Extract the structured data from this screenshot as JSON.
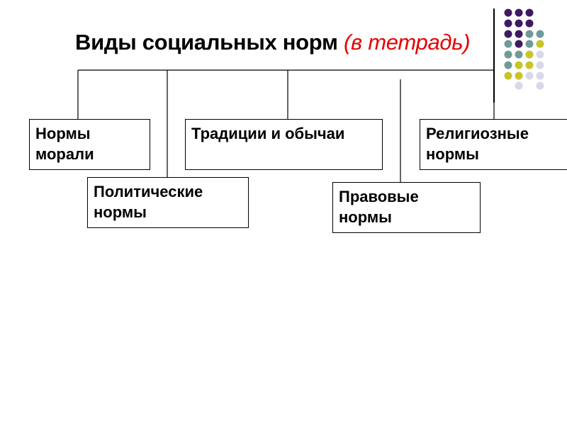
{
  "title": {
    "main": "Виды социальных норм",
    "note": "(в тетрадь)"
  },
  "colors": {
    "dot_purple": "#3f1a63",
    "dot_teal": "#6f9a9a",
    "dot_yellow": "#c9c428",
    "dot_lavender": "#d8d8ea",
    "note_red": "#e60000"
  },
  "boxes": {
    "morality": "Нормы морали",
    "traditions": "Традиции и обычаи",
    "religious": "Религиозные нормы",
    "political": "Политические нормы",
    "legal": "Правовые нормы"
  }
}
